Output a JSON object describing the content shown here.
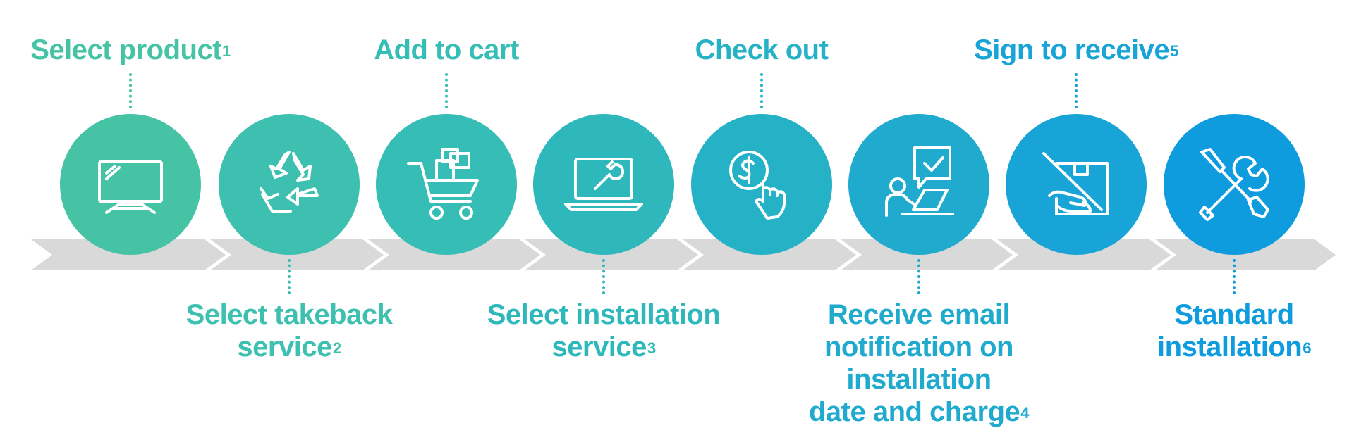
{
  "process": {
    "steps": [
      {
        "label_lines": [
          "Select product"
        ],
        "footnote": "1",
        "position": "top",
        "icon": "tv-icon",
        "color": "#45C3A4"
      },
      {
        "label_lines": [
          "Select takeback",
          "service"
        ],
        "footnote": "2",
        "position": "bottom",
        "icon": "recycle-icon",
        "color": "#3DC0B0"
      },
      {
        "label_lines": [
          "Add to cart"
        ],
        "footnote": "",
        "position": "top",
        "icon": "shopping-cart-icon",
        "color": "#36BDB5"
      },
      {
        "label_lines": [
          "Select installation",
          "service"
        ],
        "footnote": "3",
        "position": "bottom",
        "icon": "laptop-wrench-icon",
        "color": "#2EB8BC"
      },
      {
        "label_lines": [
          "Check out"
        ],
        "footnote": "",
        "position": "top",
        "icon": "pay-tap-icon",
        "color": "#25B2C6"
      },
      {
        "label_lines": [
          "Receive email",
          "notification on installation",
          "date and charge"
        ],
        "footnote": "4",
        "position": "bottom",
        "icon": "email-notification-icon",
        "color": "#1FAACE"
      },
      {
        "label_lines": [
          "Sign to receive"
        ],
        "footnote": "5",
        "position": "top",
        "icon": "package-receive-icon",
        "color": "#18A4D6"
      },
      {
        "label_lines": [
          "Standard",
          "installation"
        ],
        "footnote": "6",
        "position": "bottom",
        "icon": "tools-icon",
        "color": "#0E9CDF"
      }
    ]
  },
  "colors": {
    "arrow_band": "#D9D9D9",
    "icon_stroke": "#FFFFFF"
  }
}
